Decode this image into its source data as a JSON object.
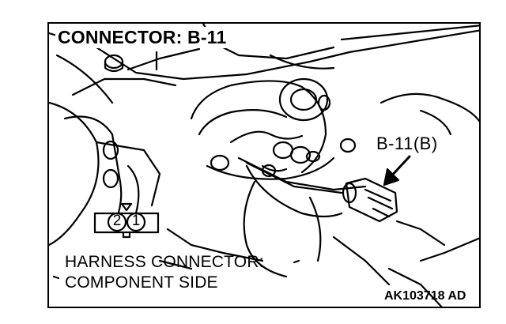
{
  "title": "CONNECTOR: B-11",
  "connector_label": "B-11(B)",
  "caption": {
    "line1": "HARNESS CONNECTOR:",
    "line2": "COMPONENT SIDE"
  },
  "figure_code": "AK103718 AD",
  "pins": [
    "2",
    "1"
  ]
}
